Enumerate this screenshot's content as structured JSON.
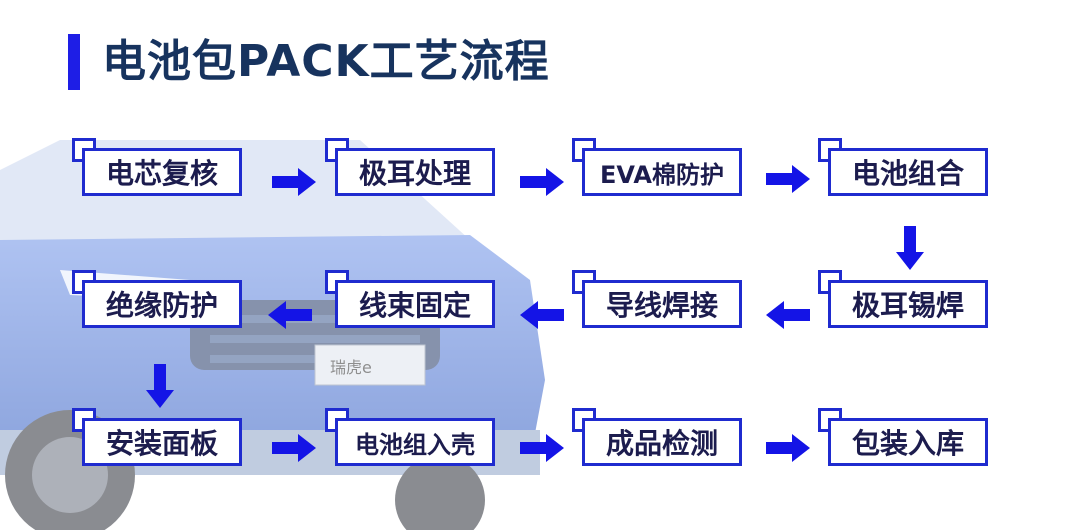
{
  "title": "电池包PACK工艺流程",
  "steps": [
    {
      "label": "电芯复核"
    },
    {
      "label": "极耳处理"
    },
    {
      "label": "EVA棉防护"
    },
    {
      "label": "电池组合"
    },
    {
      "label": "极耳锡焊"
    },
    {
      "label": "导线焊接"
    },
    {
      "label": "线束固定"
    },
    {
      "label": "绝缘防护"
    },
    {
      "label": "安装面板"
    },
    {
      "label": "电池组入壳"
    },
    {
      "label": "成品检测"
    },
    {
      "label": "包装入库"
    }
  ],
  "background": {
    "badge_text": "瑞虎e"
  },
  "colors": {
    "accent": "#1e1ee6",
    "border": "#1f2bcf",
    "title": "#17335e",
    "car": "#3a63c8"
  }
}
